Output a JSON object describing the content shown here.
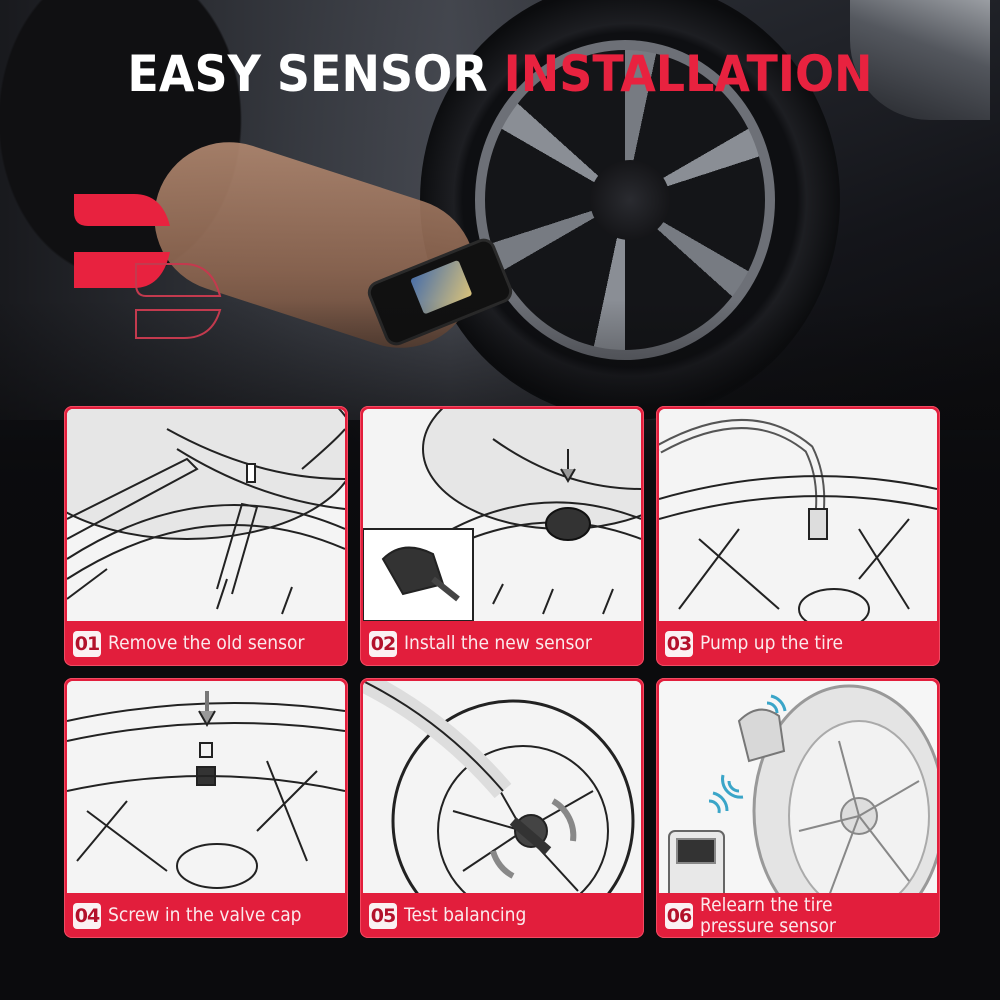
{
  "headline": {
    "part1": "EASY SENSOR",
    "part2": "INSTALLATION"
  },
  "brand": {
    "logo_icon": "brand-d-logo-icon",
    "accent_color": "#e8223f",
    "background_color": "#0b0b0d"
  },
  "steps": [
    {
      "number": "01",
      "label": "Remove the old sensor",
      "illustration": "valve-removal-tool-illustration"
    },
    {
      "number": "02",
      "label": "Install the new sensor",
      "illustration": "tpms-sensor-install-illustration"
    },
    {
      "number": "03",
      "label": "Pump up the tire",
      "illustration": "air-hose-inflation-illustration"
    },
    {
      "number": "04",
      "label": "Screw in the valve cap",
      "illustration": "valve-cap-illustration"
    },
    {
      "number": "05",
      "label": "Test balancing",
      "illustration": "wheel-balancing-illustration"
    },
    {
      "number": "06",
      "label": "Relearn the tire pressure sensor",
      "illustration": "sensor-relearn-tool-illustration"
    }
  ]
}
